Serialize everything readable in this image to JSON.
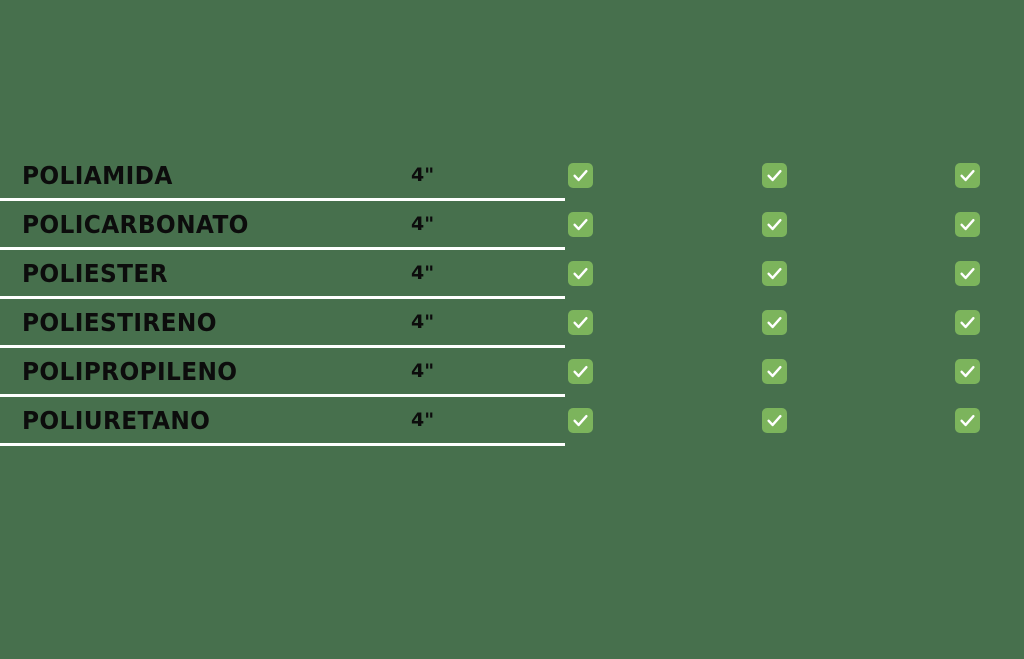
{
  "background_color": "#47704d",
  "accent_color": "#7cb45c",
  "separator_color": "#ffffff",
  "text_color": "#0c0c0c",
  "table": {
    "columns": [
      {
        "key": "material",
        "header": ""
      },
      {
        "key": "size",
        "header": ""
      },
      {
        "key": "check_1",
        "header": ""
      },
      {
        "key": "check_2",
        "header": ""
      },
      {
        "key": "check_3",
        "header": ""
      }
    ],
    "rows": [
      {
        "material": "POLIAMIDA",
        "size": "4\"",
        "check_1": "checkmark-icon",
        "check_2": "checkmark-icon",
        "check_3": "checkmark-icon"
      },
      {
        "material": "POLICARBONATO",
        "size": "4\"",
        "check_1": "checkmark-icon",
        "check_2": "checkmark-icon",
        "check_3": "checkmark-icon"
      },
      {
        "material": "POLIESTER",
        "size": "4\"",
        "check_1": "checkmark-icon",
        "check_2": "checkmark-icon",
        "check_3": "checkmark-icon"
      },
      {
        "material": "POLIESTIRENO",
        "size": "4\"",
        "check_1": "checkmark-icon",
        "check_2": "checkmark-icon",
        "check_3": "checkmark-icon"
      },
      {
        "material": "POLIPROPILENO",
        "size": "4\"",
        "check_1": "checkmark-icon",
        "check_2": "checkmark-icon",
        "check_3": "checkmark-icon"
      },
      {
        "material": "POLIURETANO",
        "size": "4\"",
        "check_1": "checkmark-icon",
        "check_2": "checkmark-icon",
        "check_3": "checkmark-icon"
      }
    ]
  }
}
